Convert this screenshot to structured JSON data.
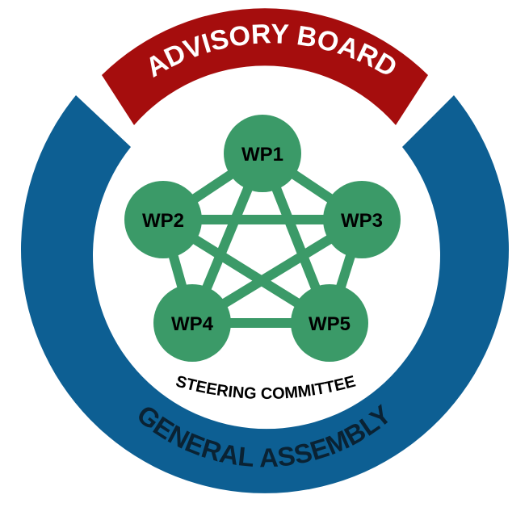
{
  "advisory_board": {
    "label": "ADVISORY BOARD",
    "color": "#a50d0d",
    "text_color": "#ffffff"
  },
  "general_assembly": {
    "label": "GENERAL ASSEMBLY",
    "color": "#0d5f93",
    "text_color": "#0a2233"
  },
  "steering_committee": {
    "label": "STEERING COMMITTEE",
    "text_color": "#000000"
  },
  "work_packages": {
    "color": "#3b9a68",
    "text_color": "#000000",
    "items": [
      {
        "id": "wp1",
        "label": "WP1"
      },
      {
        "id": "wp2",
        "label": "WP2"
      },
      {
        "id": "wp3",
        "label": "WP3"
      },
      {
        "id": "wp4",
        "label": "WP4"
      },
      {
        "id": "wp5",
        "label": "WP5"
      }
    ]
  }
}
